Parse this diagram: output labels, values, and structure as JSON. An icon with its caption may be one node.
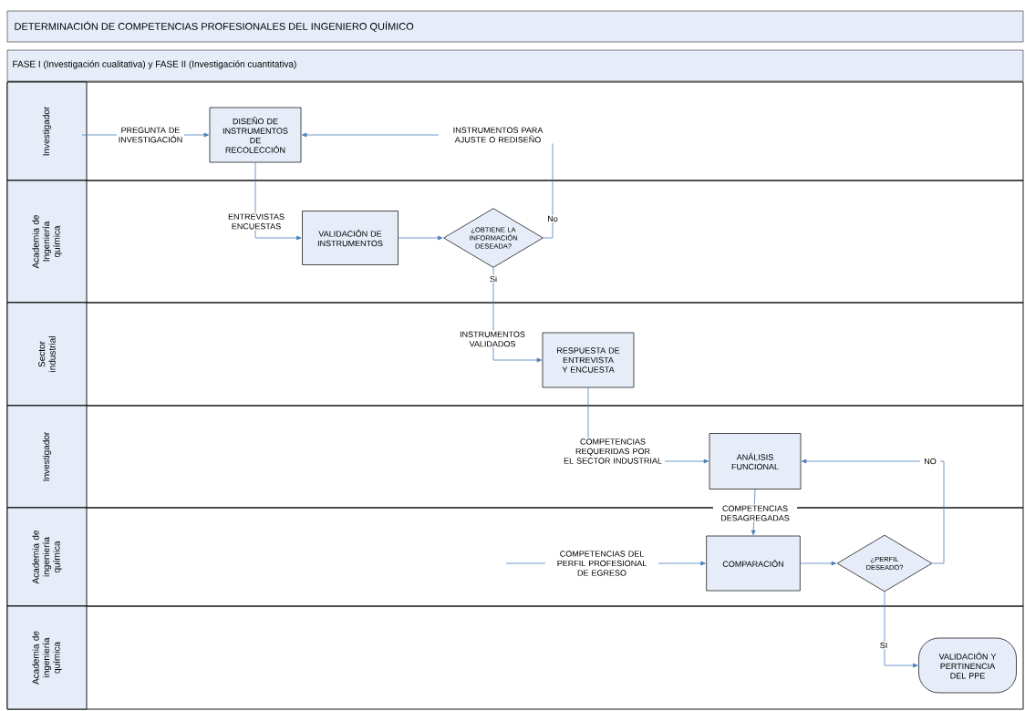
{
  "diagram": {
    "title": "DETERMINACIÓN DE COMPETENCIAS PROFESIONALES DEL INGENIERO QUÍMICO",
    "nodes": [
      {
        "text": [
          "Investigador"
        ]
      },
      {
        "text": [
          "Academia de Ingeniería química"
        ]
      },
      {
        "text": [
          "Sector industrial"
        ]
      },
      {
        "text": [
          "Investigador"
        ]
      },
      {
        "text": [
          "Academia de ingeniería química"
        ]
      },
      {
        "text": [
          "Academia de ingeniería química"
        ]
      },
      {
        "text": [
          "DISEÑO DE INSTRUMENTOS DE RECOLECCIÓN"
        ],
        "in": 0
      },
      {
        "text": [
          "VALIDACIÓN DE INSTRUMENTOS"
        ],
        "in": 1
      },
      {
        "text": [
          "¿OBTIENE LA INFORMACIÓN DESEADA?"
        ],
        "in": 1
      },
      {
        "text": [
          "RESPUESTA DE ENTREVISTA Y ENCUESTA"
        ],
        "in": 2
      },
      {
        "text": [
          "ANÁLISIS FUNCIONAL"
        ],
        "in": 3
      },
      {
        "text": [
          "COMPARACIÓN"
        ],
        "in": 4
      },
      {
        "text": [
          "¿PERFIL DESEADO?"
        ],
        "in": 4
      },
      {
        "text": [
          "VALIDACIÓN Y PERTINENCIA DEL PPE"
        ],
        "in": 5
      }
    ],
    "edges": [
      {
        "from": null,
        "to": 6,
        "arrow": "to",
        "label": "PREGUNTA DE INVESTIGACIÓN"
      },
      {
        "from": 6,
        "to": 7,
        "arrow": "to",
        "label": "ENTREVISTAS ENCUESTAS"
      },
      {
        "from": 7,
        "to": 8,
        "arrow": "to"
      },
      {
        "from": 8,
        "to": 6,
        "arrow": "to",
        "label": "No"
      },
      {
        "from": 8,
        "to": 9,
        "arrow": "to",
        "label": "Si"
      },
      {
        "from": 9,
        "to": 10,
        "arrow": "to",
        "label": "COMPETENCIAS REQUERIDAS POR EL SECTOR INDUSTRIAL"
      },
      {
        "from": 10,
        "to": 11,
        "arrow": "to",
        "label": "COMPETENCIAS DESAGREGADAS"
      },
      {
        "from": null,
        "to": 11,
        "arrow": "to",
        "label": "COMPETENCIAS DEL PERFIL PROFESIONAL DE EGRESO"
      },
      {
        "from": 11,
        "to": 12,
        "arrow": "to"
      },
      {
        "from": 12,
        "to": 10,
        "arrow": "to",
        "label": "NO"
      },
      {
        "from": 12,
        "to": 13,
        "arrow": "to",
        "label": "SI"
      }
    ],
    "labels": [
      "FASE I (Investigación cualitativa) y FASE II (Investigación cuantitativa)",
      "INSTRUMENTOS PARA AJUSTE O REDISEÑO",
      "INSTRUMENTOS VALIDADOS"
    ]
  }
}
